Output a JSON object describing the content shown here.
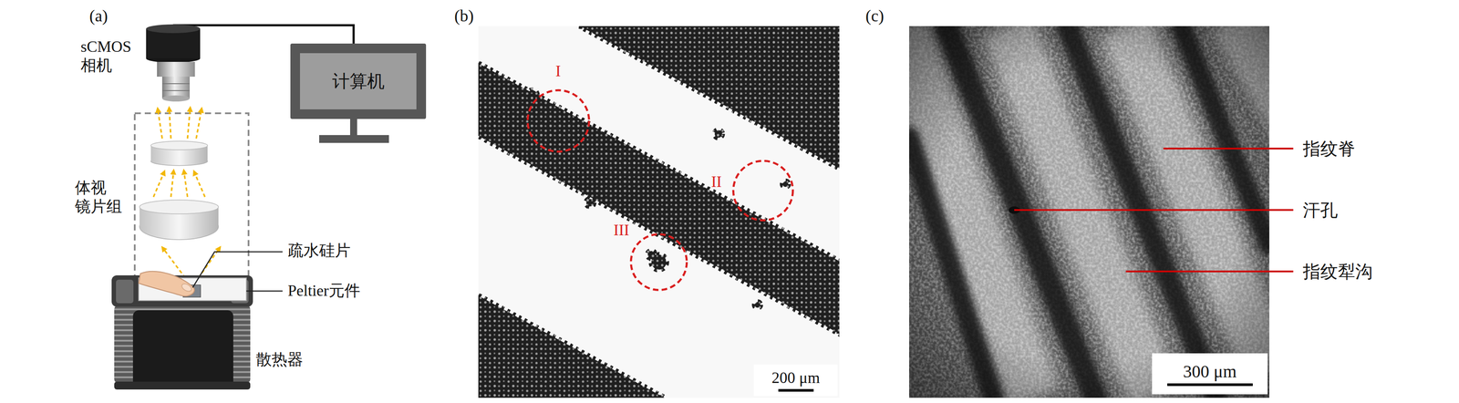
{
  "diagram": {
    "nodes": [
      {
        "text": [
          "计算机"
        ]
      },
      {
        "text": [
          "200 μm"
        ]
      },
      {
        "text": [
          "300 μm"
        ]
      }
    ],
    "labels": [
      "(a)",
      "sCMOS 相机",
      "体视 镜片组",
      "疏水硅片",
      "Peltier元件",
      "散热器",
      "(b)",
      "I",
      "II",
      "III",
      "(c)",
      "指纹脊",
      "汗孔",
      "指纹犁沟"
    ]
  }
}
